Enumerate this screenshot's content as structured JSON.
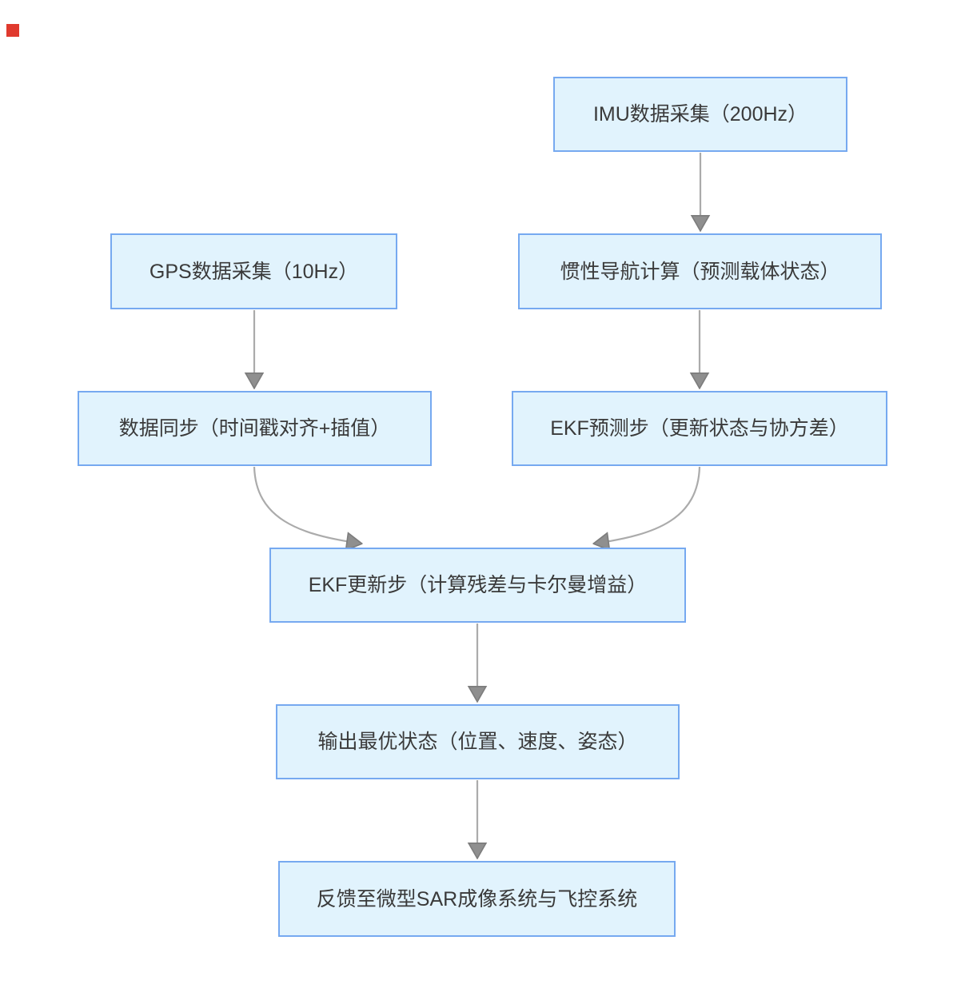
{
  "diagram": {
    "title": "GPS/IMU EKF fusion flowchart",
    "nodes": [
      {
        "id": "imu",
        "label": "IMU数据采集（200Hz）"
      },
      {
        "id": "gps",
        "label": "GPS数据采集（10Hz）"
      },
      {
        "id": "ins",
        "label": "惯性导航计算（预测载体状态）"
      },
      {
        "id": "sync",
        "label": "数据同步（时间戳对齐+插值）"
      },
      {
        "id": "ekf_predict",
        "label": "EKF预测步（更新状态与协方差）"
      },
      {
        "id": "ekf_update",
        "label": "EKF更新步（计算残差与卡尔曼增益）"
      },
      {
        "id": "output",
        "label": "输出最优状态（位置、速度、姿态）"
      },
      {
        "id": "feedback",
        "label": "反馈至微型SAR成像系统与飞控系统"
      }
    ],
    "edges": [
      {
        "from": "imu",
        "to": "ins",
        "type": "straight"
      },
      {
        "from": "gps",
        "to": "sync",
        "type": "straight"
      },
      {
        "from": "ins",
        "to": "ekf_predict",
        "type": "straight"
      },
      {
        "from": "sync",
        "to": "ekf_update",
        "type": "curved"
      },
      {
        "from": "ekf_predict",
        "to": "ekf_update",
        "type": "curved"
      },
      {
        "from": "ekf_update",
        "to": "output",
        "type": "straight"
      },
      {
        "from": "output",
        "to": "feedback",
        "type": "straight"
      }
    ]
  },
  "colors": {
    "node_fill": "#e1f3fd",
    "node_border": "#76a9f0",
    "edge": "#ababab",
    "arrowhead": "#8f8f8f",
    "arrowhead_stroke": "#7d7d7d",
    "text": "#3a3a3a",
    "marker_red": "#e03a2e",
    "page_bg": "#ffffff"
  }
}
